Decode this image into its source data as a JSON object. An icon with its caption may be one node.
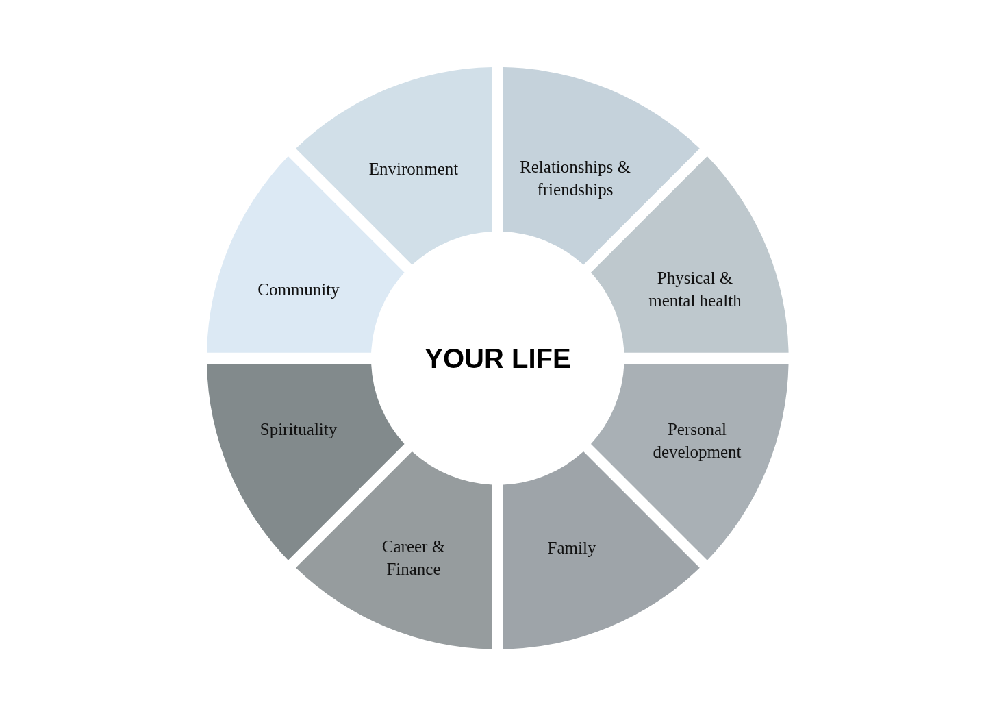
{
  "diagram": {
    "nodes": [
      {
        "text": [
          "YOUR LIFE"
        ]
      },
      {
        "text": [
          "Environment"
        ]
      },
      {
        "text": [
          "Relationships & friendships"
        ]
      },
      {
        "text": [
          "Physical & mental health"
        ]
      },
      {
        "text": [
          "Personal development"
        ]
      },
      {
        "text": [
          "Family"
        ]
      },
      {
        "text": [
          "Career & Finance"
        ]
      },
      {
        "text": [
          "Spirituality"
        ]
      },
      {
        "text": [
          "Community"
        ]
      }
    ]
  }
}
